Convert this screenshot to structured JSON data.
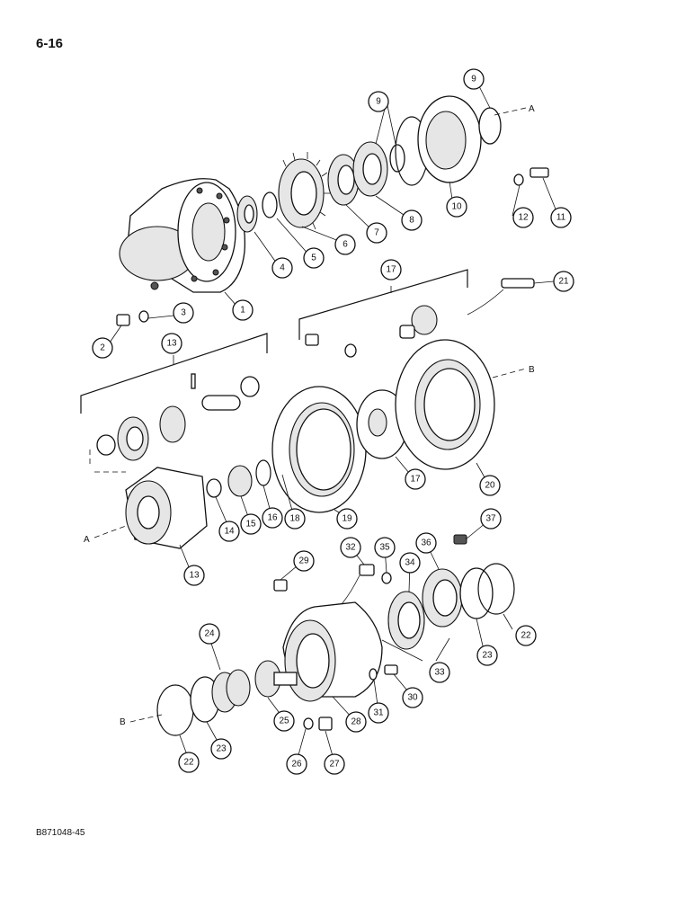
{
  "page": {
    "number": "6-16",
    "figure_code": "B871048-45"
  },
  "axis_labels": [
    "A",
    "B",
    "A",
    "B"
  ],
  "callouts": [
    "1",
    "2",
    "3",
    "4",
    "5",
    "6",
    "7",
    "8",
    "9",
    "10",
    "11",
    "12",
    "13",
    "13",
    "14",
    "15",
    "16",
    "17",
    "17",
    "18",
    "19",
    "20",
    "21",
    "22",
    "23",
    "22",
    "23",
    "24",
    "25",
    "26",
    "27",
    "28",
    "29",
    "30",
    "31",
    "32",
    "33",
    "34",
    "35",
    "36",
    "37",
    "9"
  ]
}
